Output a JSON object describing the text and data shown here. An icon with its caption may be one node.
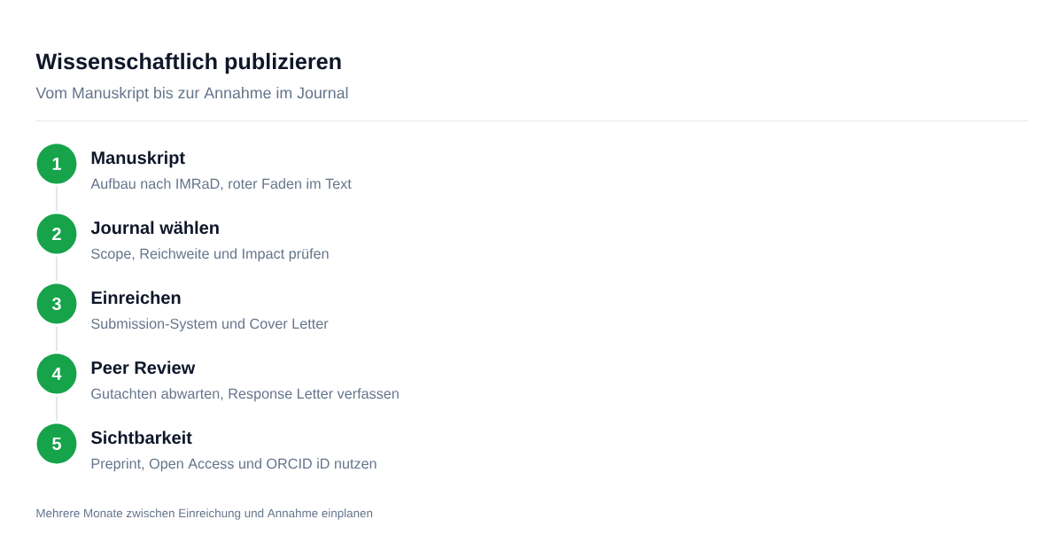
{
  "diagram": {
    "title": "Wissenschaftlich publizieren",
    "nodes": [
      {
        "text": [
          "1"
        ],
        "beside": [
          "Manuskript",
          "Aufbau nach IMRaD, roter Faden im Text"
        ]
      },
      {
        "text": [
          "2"
        ],
        "beside": [
          "Journal wählen",
          "Scope, Reichweite und Impact prüfen"
        ]
      },
      {
        "text": [
          "3"
        ],
        "beside": [
          "Einreichen",
          "Submission-System und Cover Letter"
        ]
      },
      {
        "text": [
          "4"
        ],
        "beside": [
          "Peer Review",
          "Gutachten abwarten, Response Letter verfassen"
        ]
      },
      {
        "text": [
          "5"
        ],
        "beside": [
          "Sichtbarkeit",
          "Preprint, Open Access und ORCID iD nutzen"
        ]
      }
    ],
    "edges": [
      {
        "from": 0,
        "to": 1,
        "arrow": "none"
      },
      {
        "from": 1,
        "to": 2,
        "arrow": "none"
      },
      {
        "from": 2,
        "to": 3,
        "arrow": "none"
      },
      {
        "from": 3,
        "to": 4,
        "arrow": "none"
      }
    ],
    "labels": [
      "Vom Manuskript bis zur Annahme im Journal",
      "Mehrere Monate zwischen Einreichung und Annahme einplanen"
    ]
  }
}
